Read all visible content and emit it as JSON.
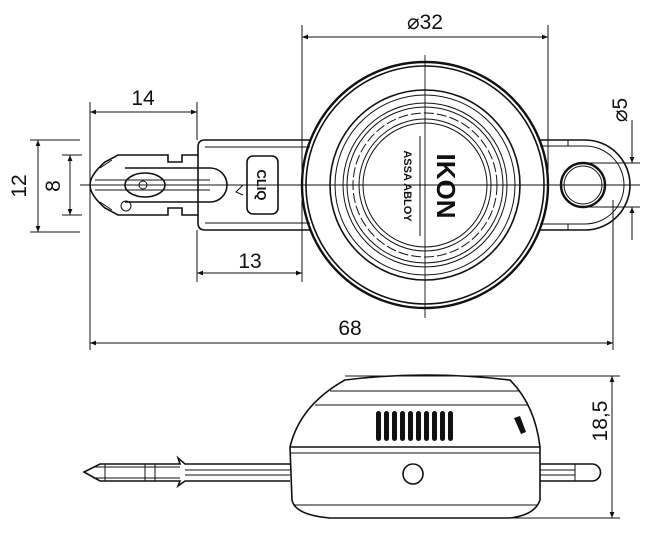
{
  "drawing": {
    "dimensions": {
      "diameter_head": "⌀32",
      "diameter_hole": "⌀5",
      "blade_length": "14",
      "blade_width_outer": "12",
      "blade_width_inner": "8",
      "shank_length": "13",
      "overall_length": "68",
      "height": "18,5"
    },
    "branding": {
      "brand": "IKON",
      "manufacturer": "ASSA ABLOY",
      "key_label": "CLIQ"
    }
  }
}
